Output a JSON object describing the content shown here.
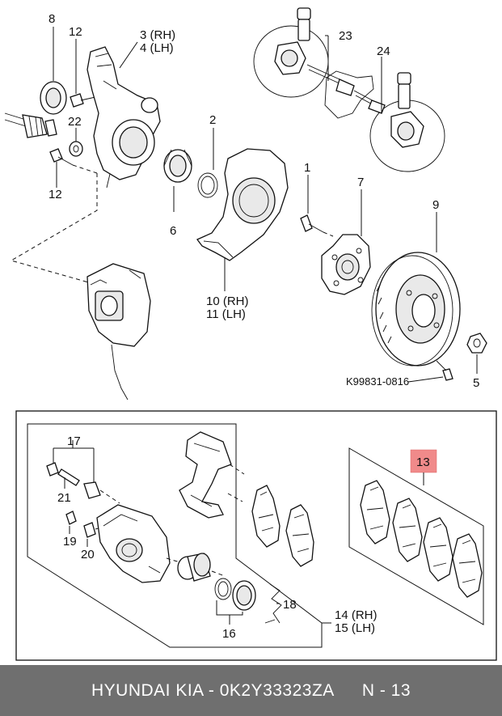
{
  "callouts": {
    "c1": "1",
    "c2": "2",
    "c3": "3 (RH)",
    "c4": "4 (LH)",
    "c5": "5",
    "c6": "6",
    "c7": "7",
    "c8": "8",
    "c9": "9",
    "c10": "10 (RH)",
    "c11": "11 (LH)",
    "c12a": "12",
    "c12b": "12",
    "c13": "13",
    "c14": "14 (RH)",
    "c15": "15 (LH)",
    "c16": "16",
    "c17": "17",
    "c18": "18",
    "c19": "19",
    "c20": "20",
    "c21": "21",
    "c22": "22",
    "c23": "23",
    "c24": "24"
  },
  "diagram_code": "K99831-0816",
  "highlight_color": "#f08a8a",
  "footer": {
    "part_text": "HYUNDAI  KIA - 0K2Y33323ZA",
    "page_text": "N - 13",
    "background": "#6f6f6f"
  }
}
